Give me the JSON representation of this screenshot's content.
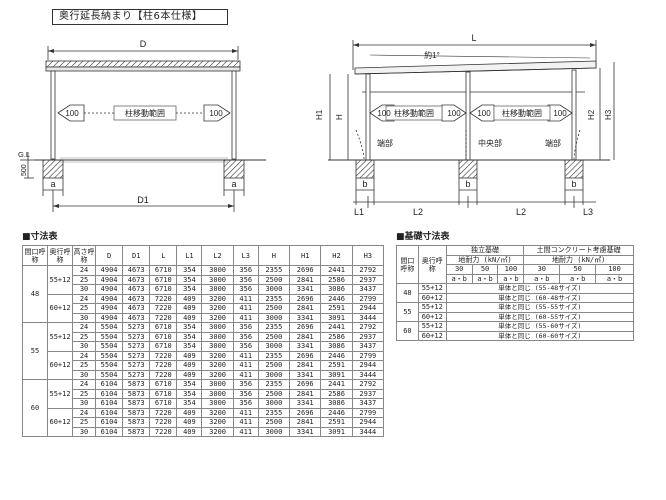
{
  "title": "奥行延長納まり【柱6本仕様】",
  "front_view": {
    "label_D": "D",
    "label_D1": "D1",
    "label_a_left": "a",
    "label_a_right": "a",
    "label_GL": "G.L",
    "label_500": "500",
    "arrow_left_value": "100",
    "arrow_right_value": "100",
    "range_text": "柱移動範囲"
  },
  "side_view": {
    "label_L": "L",
    "label_slope": "約1°",
    "label_H": "H",
    "label_H1": "H1",
    "label_H2": "H2",
    "label_H3": "H3",
    "label_L1": "L1",
    "label_L2_left": "L2",
    "label_L2_right": "L2",
    "label_L3": "L3",
    "label_b_left": "b",
    "label_b_mid": "b",
    "label_b_right": "b",
    "foundation_end_left": "端部",
    "foundation_center": "中央部",
    "foundation_end_right": "端部",
    "arrow_1_value": "100",
    "arrow_2_value": "100",
    "arrow_3_value": "100",
    "arrow_4_value": "100",
    "range_text_left": "柱移動範囲",
    "range_text_right": "柱移動範囲"
  },
  "dimension_table": {
    "label": "■寸法表",
    "headers": [
      "間口呼称",
      "奥行呼称",
      "高さ呼称",
      "D",
      "D1",
      "L",
      "L1",
      "L2",
      "L3",
      "H",
      "H1",
      "H2",
      "H3"
    ],
    "groups": [
      {
        "width": "48",
        "subgroups": [
          {
            "depth": "55+12",
            "rows": [
              [
                "24",
                "4904",
                "4673",
                "6710",
                "354",
                "3000",
                "356",
                "2355",
                "2696",
                "2441",
                "2792"
              ],
              [
                "25",
                "4904",
                "4673",
                "6710",
                "354",
                "3000",
                "356",
                "2500",
                "2841",
                "2586",
                "2937"
              ],
              [
                "30",
                "4904",
                "4673",
                "6710",
                "354",
                "3000",
                "356",
                "3000",
                "3341",
                "3086",
                "3437"
              ]
            ]
          },
          {
            "depth": "60+12",
            "rows": [
              [
                "24",
                "4904",
                "4673",
                "7220",
                "409",
                "3200",
                "411",
                "2355",
                "2696",
                "2446",
                "2799"
              ],
              [
                "25",
                "4904",
                "4673",
                "7220",
                "409",
                "3200",
                "411",
                "2500",
                "2841",
                "2591",
                "2944"
              ],
              [
                "30",
                "4904",
                "4673",
                "7220",
                "409",
                "3200",
                "411",
                "3000",
                "3341",
                "3091",
                "3444"
              ]
            ]
          }
        ]
      },
      {
        "width": "55",
        "subgroups": [
          {
            "depth": "55+12",
            "rows": [
              [
                "24",
                "5504",
                "5273",
                "6710",
                "354",
                "3000",
                "356",
                "2355",
                "2696",
                "2441",
                "2792"
              ],
              [
                "25",
                "5504",
                "5273",
                "6710",
                "354",
                "3000",
                "356",
                "2500",
                "2841",
                "2586",
                "2937"
              ],
              [
                "30",
                "5504",
                "5273",
                "6710",
                "354",
                "3000",
                "356",
                "3000",
                "3341",
                "3086",
                "3437"
              ]
            ]
          },
          {
            "depth": "60+12",
            "rows": [
              [
                "24",
                "5504",
                "5273",
                "7220",
                "409",
                "3200",
                "411",
                "2355",
                "2696",
                "2446",
                "2799"
              ],
              [
                "25",
                "5504",
                "5273",
                "7220",
                "409",
                "3200",
                "411",
                "2500",
                "2841",
                "2591",
                "2944"
              ],
              [
                "30",
                "5504",
                "5273",
                "7220",
                "409",
                "3200",
                "411",
                "3000",
                "3341",
                "3091",
                "3444"
              ]
            ]
          }
        ]
      },
      {
        "width": "60",
        "subgroups": [
          {
            "depth": "55+12",
            "rows": [
              [
                "24",
                "6104",
                "5873",
                "6710",
                "354",
                "3000",
                "356",
                "2355",
                "2696",
                "2441",
                "2792"
              ],
              [
                "25",
                "6104",
                "5873",
                "6710",
                "354",
                "3000",
                "356",
                "2500",
                "2841",
                "2586",
                "2937"
              ],
              [
                "30",
                "6104",
                "5873",
                "6710",
                "354",
                "3000",
                "356",
                "3000",
                "3341",
                "3086",
                "3437"
              ]
            ]
          },
          {
            "depth": "60+12",
            "rows": [
              [
                "24",
                "6104",
                "5873",
                "7220",
                "409",
                "3200",
                "411",
                "2355",
                "2696",
                "2446",
                "2799"
              ],
              [
                "25",
                "6104",
                "5873",
                "7220",
                "409",
                "3200",
                "411",
                "2500",
                "2841",
                "2591",
                "2944"
              ],
              [
                "30",
                "6104",
                "5873",
                "7220",
                "409",
                "3200",
                "411",
                "3000",
                "3341",
                "3091",
                "3444"
              ]
            ]
          }
        ]
      }
    ]
  },
  "foundation_table": {
    "label": "■基礎寸法表",
    "col_width": "間口呼称",
    "col_depth": "奥行呼称",
    "independent": "独立基礎",
    "concrete": "土間コンクリート考慮基礎",
    "bearing_left": "地耐力 (kN/㎡)",
    "bearing_right": "地耐力 (kN/㎡)",
    "bearing_values": [
      "30",
      "50",
      "100",
      "30",
      "50",
      "100"
    ],
    "ab_values": [
      "a・b",
      "a・b",
      "a・b",
      "a・b",
      "a・b",
      "a・b"
    ],
    "rows": [
      {
        "width": "48",
        "items": [
          {
            "depth": "55+12",
            "note": "単体と同じ (55-48サイズ)"
          },
          {
            "depth": "60+12",
            "note": "単体と同じ (60-48サイズ)"
          }
        ]
      },
      {
        "width": "55",
        "items": [
          {
            "depth": "55+12",
            "note": "単体と同じ (55-55サイズ)"
          },
          {
            "depth": "60+12",
            "note": "単体と同じ (60-55サイズ)"
          }
        ]
      },
      {
        "width": "60",
        "items": [
          {
            "depth": "55+12",
            "note": "単体と同じ (55-60サイズ)"
          },
          {
            "depth": "60+12",
            "note": "単体と同じ (60-60サイズ)"
          }
        ]
      }
    ]
  }
}
